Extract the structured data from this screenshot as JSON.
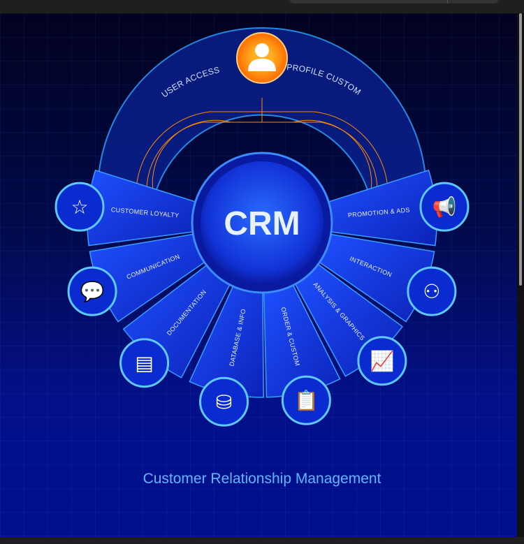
{
  "diagram": {
    "center_label": "CRM",
    "top_left_label": "USER ACCESS",
    "top_right_label": "PROFILE CUSTOM",
    "top_icon": "user-icon",
    "caption": "Customer Relationship Management",
    "segments": [
      {
        "label": "CUSTOMER LOYALTY",
        "icon": "hand-star-icon"
      },
      {
        "label": "COMMUNICATION",
        "icon": "chat-bubbles-icon"
      },
      {
        "label": "DOCUMENTATION",
        "icon": "document-icon"
      },
      {
        "label": "DATABASE & INFO",
        "icon": "database-icon"
      },
      {
        "label": "ORDER & CUSTOM",
        "icon": "clipboard-icon"
      },
      {
        "label": "ANALYSIS & GRAPHICS",
        "icon": "line-chart-icon"
      },
      {
        "label": "INTERACTION",
        "icon": "people-network-icon"
      },
      {
        "label": "PROMOTION & ADS",
        "icon": "megaphone-icon"
      }
    ]
  },
  "colors": {
    "accent": "#ff8a00",
    "ring": "#1e4dff",
    "caption": "#5fb7ff"
  }
}
